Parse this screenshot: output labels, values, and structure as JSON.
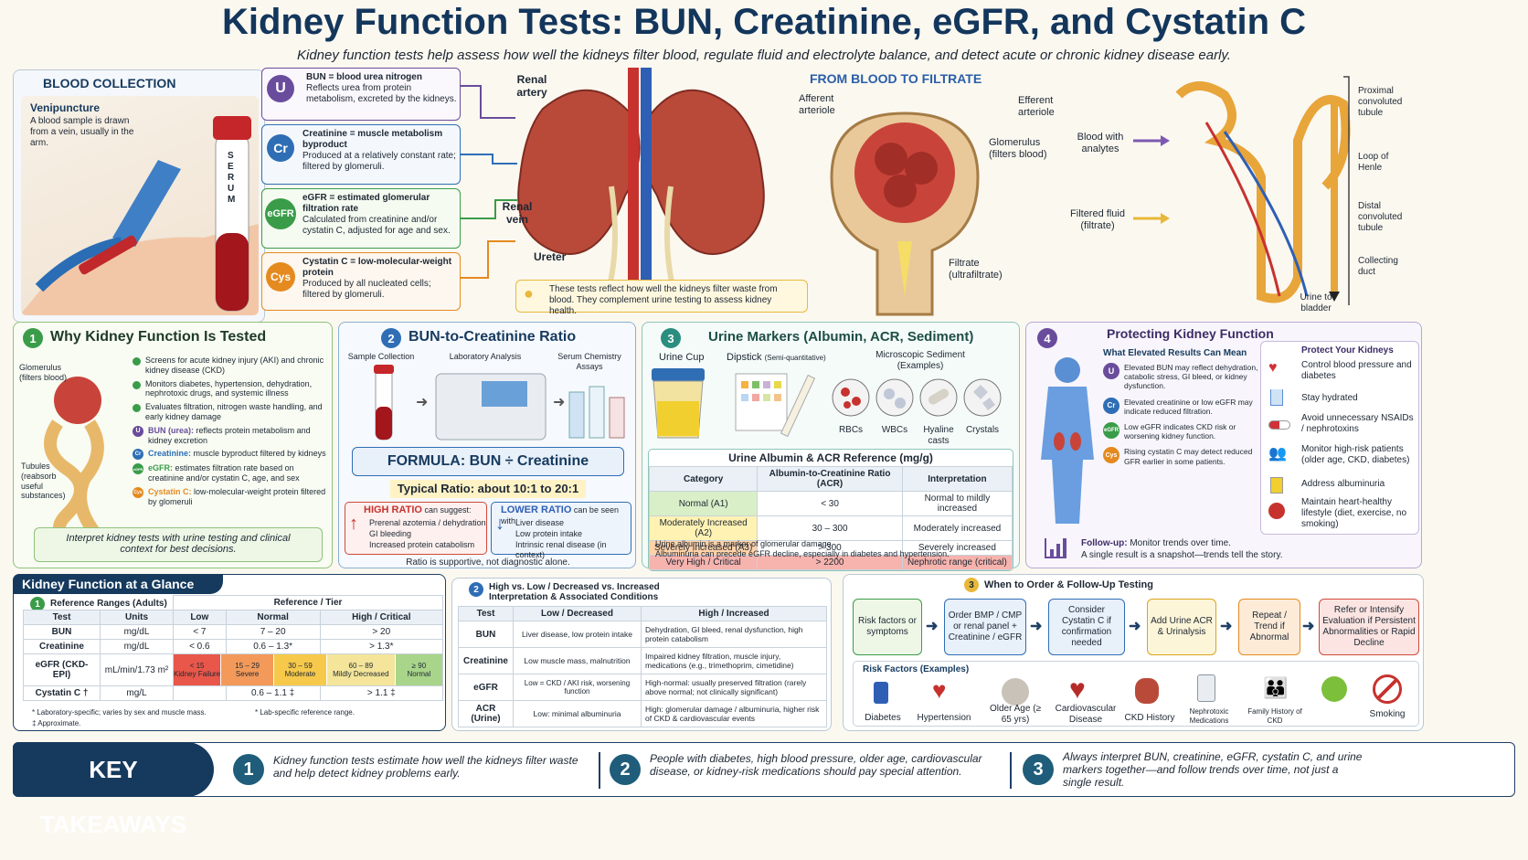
{
  "title": "Kidney Function Tests: BUN, Creatinine, eGFR, and Cystatin C",
  "subtitle": "Kidney function tests help assess how well the kidneys filter blood, regulate fluid and electrolyte balance, and detect acute or chronic kidney disease early.",
  "blood": {
    "title": "BLOOD COLLECTION",
    "heading": "Venipuncture",
    "text": "A blood sample is drawn from a vein, usually in the arm.",
    "tube": "SERUM"
  },
  "tests": [
    {
      "abbr": "U",
      "name": "BUN",
      "def": "= blood urea nitrogen",
      "desc": "Reflects urea from protein metabolism, excreted by the kidneys.",
      "color": "#6a4c9c"
    },
    {
      "abbr": "Cr",
      "name": "Creatinine",
      "def": "= muscle metabolism byproduct",
      "desc": "Produced at a relatively constant rate; filtered by glomeruli.",
      "color": "#2f6eb5"
    },
    {
      "abbr": "eGFR",
      "name": "eGFR",
      "def": "= estimated glomerular filtration rate",
      "desc": "Calculated from creatinine and/or cystatin C, adjusted for age and sex.",
      "color": "#3a9c49"
    },
    {
      "abbr": "Cys",
      "name": "Cystatin C",
      "def": "= low-molecular-weight protein",
      "desc": "Produced by all nucleated cells; filtered by glomeruli.",
      "color": "#e58a1f"
    }
  ],
  "anatomy": {
    "renal_artery": "Renal artery",
    "renal_vein": "Renal vein",
    "ureter": "Ureter",
    "note": "These tests reflect how well the kidneys filter waste from blood. They complement urine testing to assess kidney health."
  },
  "filtrate": {
    "title": "FROM BLOOD TO FILTRATE",
    "afferent": "Afferent arteriole",
    "efferent": "Efferent arteriole",
    "glomerulus": "Glomerulus (filters blood)",
    "filtrate": "Filtrate (ultrafiltrate)"
  },
  "nephron": {
    "blood_in": "Blood with analytes",
    "filtered": "Filtered fluid (filtrate)",
    "pct": "Proximal convoluted tubule",
    "loop": "Loop of Henle",
    "dct": "Distal convoluted tubule",
    "duct": "Collecting duct",
    "urine": "Urine to bladder"
  },
  "why": {
    "num": "1",
    "title": "Why Kidney Function Is Tested",
    "glomerulus": "Glomerulus (filters blood)",
    "tubules": "Tubules (reabsorb useful substances)",
    "bullets": [
      "Screens for acute kidney injury (AKI) and chronic kidney disease (CKD)",
      "Monitors diabetes, hypertension, dehydration, nephrotoxic drugs, and systemic illness",
      "Evaluates filtration, nitrogen waste handling, and early kidney damage"
    ],
    "markers": [
      {
        "abbr": "U",
        "name": "BUN (urea):",
        "text": "reflects protein metabolism and kidney excretion",
        "color": "#6a4c9c"
      },
      {
        "abbr": "Cr",
        "name": "Creatinine:",
        "text": "muscle byproduct filtered by kidneys",
        "color": "#2f6eb5"
      },
      {
        "abbr": "eGFR",
        "name": "eGFR:",
        "text": "estimates filtration rate based on creatinine and/or cystatin C, age, and sex",
        "color": "#3a9c49"
      },
      {
        "abbr": "Cys",
        "name": "Cystatin C:",
        "text": "low-molecular-weight protein filtered by glomeruli",
        "color": "#e58a1f"
      }
    ],
    "note": "Interpret kidney tests with urine testing and clinical context for best decisions."
  },
  "ratio": {
    "num": "2",
    "title": "BUN-to-Creatinine Ratio",
    "steps": [
      "Sample Collection",
      "Laboratory Analysis",
      "Serum Chemistry Assays"
    ],
    "formula": "FORMULA:  BUN ÷ Creatinine",
    "typical": "Typical Ratio:  about 10:1 to 20:1",
    "high_title": "HIGH RATIO",
    "high_sub": "can suggest:",
    "high": [
      "Prerenal azotemia / dehydration",
      "GI bleeding",
      "Increased protein catabolism"
    ],
    "low_title": "LOWER RATIO",
    "low_sub": "can be seen with:",
    "low": [
      "Liver disease",
      "Low protein intake",
      "Intrinsic renal disease (in context)"
    ],
    "note": "Ratio is supportive, not diagnostic alone."
  },
  "urine": {
    "num": "3",
    "title": "Urine Markers (Albumin, ACR, Sediment)",
    "cup": "Urine Cup",
    "dipstick": "Dipstick",
    "dip_sub": "(Semi-quantitative)",
    "micro": "Microscopic Sediment (Examples)",
    "cells": [
      "RBCs",
      "WBCs",
      "Hyaline casts",
      "Crystals"
    ],
    "table_title": "Urine Albumin & ACR Reference (mg/g)",
    "headers": [
      "Category",
      "Albumin-to-Creatinine Ratio (ACR)",
      "Interpretation"
    ],
    "rows": [
      [
        "Normal (A1)",
        "< 30",
        "Normal to mildly increased",
        "#d9efc8"
      ],
      [
        "Moderately Increased (A2)",
        "30 – 300",
        "Moderately increased",
        "#fff2b3"
      ],
      [
        "Severely Increased (A3)",
        "> 300",
        "Severely increased",
        "#ffd2a8"
      ],
      [
        "Very High / Critical",
        "> 2200",
        "Nephrotic range (critical)",
        "#f7b3ad"
      ]
    ],
    "notes": [
      "Urine albumin is a marker of glomerular damage.",
      "Albuminuria can precede eGFR decline, especially in diabetes and hypertension."
    ]
  },
  "protect": {
    "num": "4",
    "title": "Protecting Kidney Function",
    "elevated_title": "What Elevated Results Can Mean",
    "elevated": [
      {
        "abbr": "U",
        "text": "Elevated BUN may reflect dehydration, catabolic stress, GI bleed, or kidney dysfunction.",
        "color": "#6a4c9c"
      },
      {
        "abbr": "Cr",
        "text": "Elevated creatinine or low eGFR may indicate reduced filtration.",
        "color": "#2f6eb5"
      },
      {
        "abbr": "eGFR",
        "text": "Low eGFR indicates CKD risk or worsening kidney function.",
        "color": "#3a9c49"
      },
      {
        "abbr": "Cys",
        "text": "Rising cystatin C may detect reduced GFR earlier in some patients.",
        "color": "#e58a1f"
      }
    ],
    "protect_title": "Protect Your Kidneys",
    "tips": [
      "Control blood pressure and diabetes",
      "Stay hydrated",
      "Avoid unnecessary NSAIDs / nephrotoxins",
      "Monitor high-risk patients (older age, CKD, diabetes)",
      "Address albuminuria",
      "Maintain heart-healthy lifestyle (diet, exercise, no smoking)"
    ],
    "followup_label": "Follow-up:",
    "followup": "Monitor trends over time.",
    "followup2": "A single result is a snapshot—trends tell the story."
  },
  "glance": {
    "title": "Kidney Function at a Glance",
    "num": "1",
    "ref_title": "Reference Ranges (Adults)",
    "tier": "Reference / Tier",
    "headers": [
      "Test",
      "Units",
      "Low",
      "Normal",
      "High / Critical"
    ],
    "rows": [
      [
        "BUN",
        "mg/dL",
        "< 7",
        "7 – 20",
        "> 20"
      ],
      [
        "Creatinine",
        "mg/dL",
        "< 0.6",
        "0.6 – 1.3*",
        "> 1.3*"
      ]
    ],
    "egfr": {
      "test": "eGFR  (CKD-EPI)",
      "units": "mL/min/1.73 m²",
      "tiers": [
        [
          "< 15",
          "Kidney Failure",
          "#e8574a"
        ],
        [
          "15 – 29",
          "Severe",
          "#f39a5a"
        ],
        [
          "30 – 59",
          "Moderate",
          "#f7c94b"
        ],
        [
          "60 – 89",
          "Mildly Decreased",
          "#f4e59a"
        ],
        [
          "≥ 90",
          "Normal",
          "#a9d58a"
        ]
      ]
    },
    "cys": [
      "Cystatin C †",
      "mg/L",
      "0.6 – 1.1 ‡",
      "> 1.1 ‡"
    ],
    "foot1": "* Laboratory-specific; varies by sex and muscle mass.",
    "foot2": "*   Lab-specific reference range.",
    "foot3": "‡ Approximate."
  },
  "hilo": {
    "num": "2",
    "title": "High vs. Low / Decreased vs. Increased",
    "subtitle": "Interpretation & Associated Conditions",
    "headers": [
      "Test",
      "Low / Decreased",
      "High / Increased"
    ],
    "rows": [
      [
        "BUN",
        "Liver disease, low protein intake",
        "Dehydration, GI bleed, renal dysfunction, high protein catabolism"
      ],
      [
        "Creatinine",
        "Low muscle mass, malnutrition",
        "Impaired kidney filtration, muscle injury, medications (e.g., trimethoprim, cimetidine)"
      ],
      [
        "eGFR",
        "Low = CKD / AKI risk, worsening function",
        "High-normal: usually preserved filtration (rarely above normal; not clinically significant)"
      ],
      [
        "ACR (Urine)",
        "Low: minimal albuminuria",
        "High: glomerular damage / albuminuria, higher risk of CKD & cardiovascular events"
      ]
    ]
  },
  "order": {
    "num": "3",
    "title": "When to Order & Follow-Up Testing",
    "steps": [
      [
        "Risk factors or symptoms",
        "#3a9c49",
        "#eef7e6"
      ],
      [
        "Order BMP / CMP or renal panel + Creatinine / eGFR",
        "#2f6eb5",
        "#e8f0fa"
      ],
      [
        "Consider Cystatin C if confirmation needed",
        "#2f6eb5",
        "#e8f0fa"
      ],
      [
        "Add Urine ACR & Urinalysis",
        "#d9a520",
        "#fdf5d8"
      ],
      [
        "Repeat / Trend if Abnormal",
        "#e58a1f",
        "#fdebd8"
      ],
      [
        "Refer or Intensify Evaluation if Persistent Abnormalities or Rapid Decline",
        "#d04a3c",
        "#fbe4e1"
      ]
    ],
    "risk_title": "Risk Factors (Examples)",
    "risks": [
      "Diabetes",
      "Hypertension",
      "Older Age (≥ 65 yrs)",
      "Cardiovascular Disease",
      "CKD History",
      "Nephrotoxic Medications",
      "Family History of CKD",
      "",
      "Smoking"
    ]
  },
  "takeaways": {
    "title": "KEY TAKEAWAYS",
    "items": [
      {
        "num": "1",
        "text": "Kidney function tests estimate how well the kidneys filter waste and help detect kidney problems early."
      },
      {
        "num": "2",
        "text": "People with diabetes, high blood pressure, older age, cardiovascular disease, or kidney-risk medications should pay special attention."
      },
      {
        "num": "3",
        "text": "Always interpret BUN, creatinine, eGFR, cystatin C, and urine markers together—and follow trends over time, not just a single result."
      }
    ]
  }
}
